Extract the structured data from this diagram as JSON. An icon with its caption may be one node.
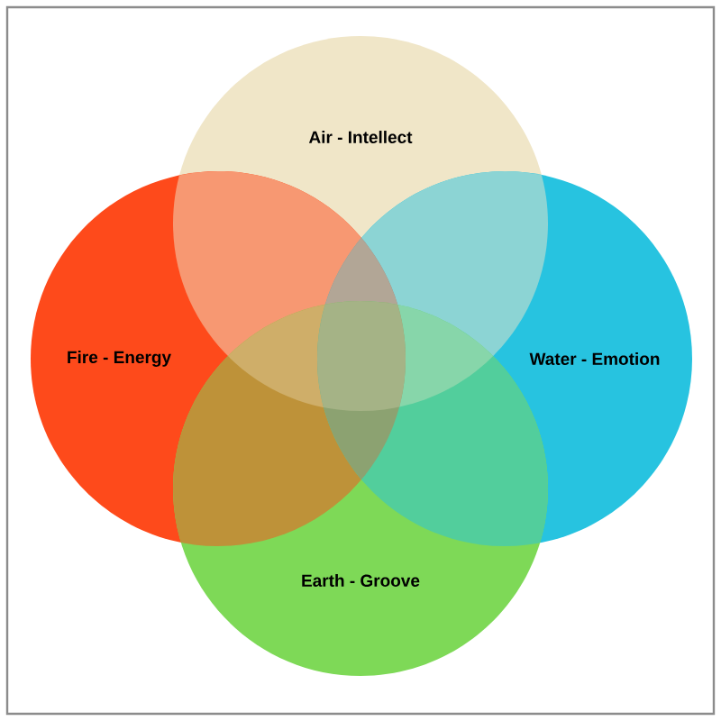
{
  "diagram": {
    "nodes": [
      {
        "text": [
          "Air - Intellect"
        ]
      },
      {
        "text": [
          "Fire - Energy"
        ]
      },
      {
        "text": [
          "Water - Emotion"
        ]
      },
      {
        "text": [
          "Earth - Groove"
        ]
      }
    ]
  }
}
